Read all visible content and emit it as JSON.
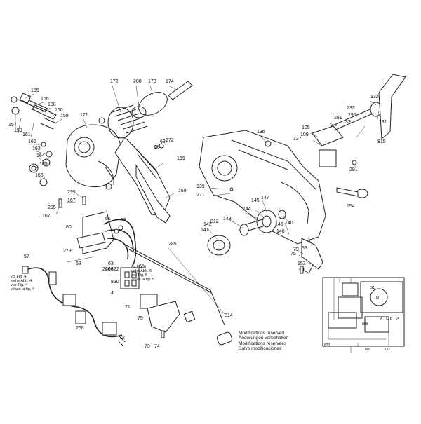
{
  "labels": [
    "172",
    "280",
    "173",
    "174",
    "155",
    "156",
    "158",
    "160",
    "159",
    "171",
    "157",
    "159",
    "161",
    "162",
    "163",
    "164",
    "165",
    "166",
    "295",
    "167",
    "295",
    "167",
    "79",
    "63",
    "272",
    "169",
    "168",
    "136",
    "139",
    "271",
    "137",
    "109",
    "105",
    "281",
    "295",
    "132",
    "133",
    "32",
    "131",
    "815",
    "291",
    "143",
    "144",
    "145",
    "147",
    "146",
    "148",
    "140",
    "141",
    "142",
    "812",
    "154",
    "75",
    "153",
    "79",
    "58",
    "57",
    "60",
    "61",
    "59",
    "279",
    "63",
    "63",
    "266",
    "266",
    "822",
    "65",
    "820",
    "285",
    "4",
    "71",
    "75",
    "814",
    "268",
    "72",
    "73",
    "74"
  ],
  "refs": {
    "vgl_top": "vgl Fig. 4\nsiehe Abb. 4\nvoir Fig. 4\nvéase la fig. 4",
    "vgl_mid": "vgl Fig. 5\nsiehe Abb. 5\nvoir Fig. 5\nvéase la fig. 5"
  },
  "notes": [
    "Modifications reserved",
    "Änderungen vorbehalten",
    "Modifications réservées",
    "Salvo modificaciones"
  ],
  "circuit": {
    "labels": [
      "822",
      "808",
      "809",
      "797",
      "A",
      "C",
      "B",
      "24",
      "M",
      "S1"
    ]
  }
}
